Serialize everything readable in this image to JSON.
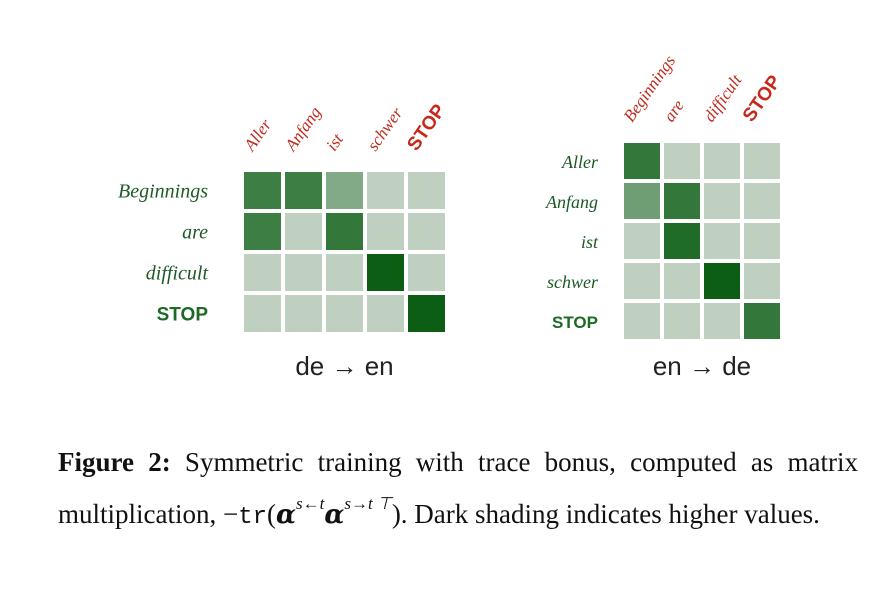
{
  "panels": [
    {
      "title": "de → en",
      "col_labels": [
        "Aller",
        "Anfang",
        "ist",
        "schwer",
        "STOP"
      ],
      "row_labels": [
        "Beginnings",
        "are",
        "difficult",
        "STOP"
      ],
      "values": [
        [
          0.75,
          0.75,
          0.4,
          0.1,
          0.1
        ],
        [
          0.75,
          0.1,
          0.8,
          0.1,
          0.1
        ],
        [
          0.1,
          0.1,
          0.1,
          1.0,
          0.1
        ],
        [
          0.1,
          0.1,
          0.1,
          0.1,
          1.0
        ]
      ]
    },
    {
      "title": "en → de",
      "col_labels": [
        "Beginnings",
        "are",
        "difficult",
        "STOP"
      ],
      "row_labels": [
        "Aller",
        "Anfang",
        "ist",
        "schwer",
        "STOP"
      ],
      "values": [
        [
          0.8,
          0.1,
          0.1,
          0.1
        ],
        [
          0.5,
          0.8,
          0.1,
          0.1
        ],
        [
          0.1,
          0.9,
          0.1,
          0.1
        ],
        [
          0.1,
          0.1,
          1.0,
          0.1
        ],
        [
          0.1,
          0.1,
          0.1,
          0.8
        ]
      ]
    }
  ],
  "colors": {
    "cell_low": "#d3ddd4",
    "cell_high": "#0b5e14",
    "word_label": "#c02a1c",
    "row_label": "#1c5a26",
    "stop_col": "#c8281a",
    "stop_row": "#1c6a26"
  },
  "caption": {
    "label": "Figure 2:",
    "text1": "Symmetric training with trace bonus, computed as matrix multiplication, −",
    "tr": "tr",
    "alpha": "α",
    "sup1": "s←t",
    "sup2": "s→t ⊤",
    "text2": "). Dark shading indicates higher values."
  }
}
